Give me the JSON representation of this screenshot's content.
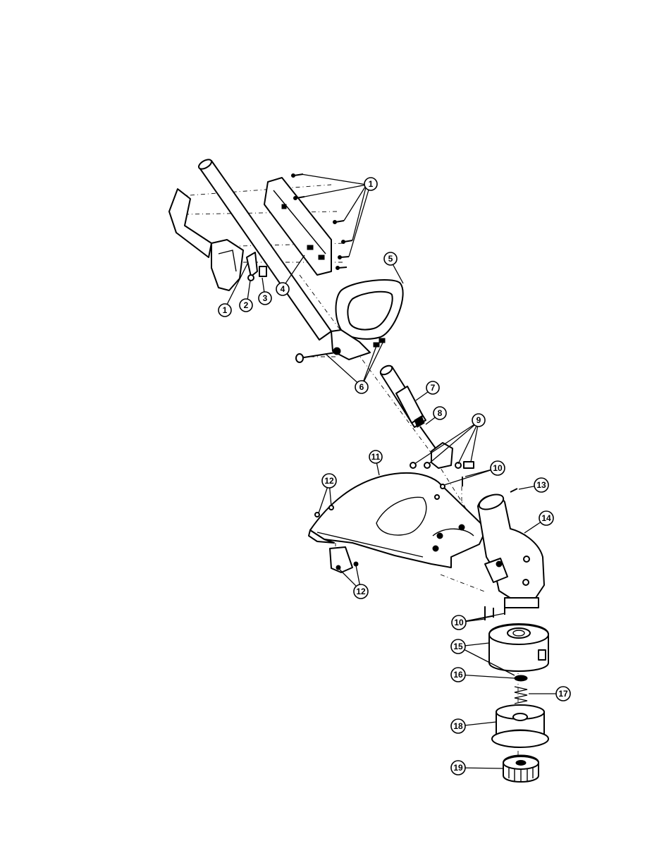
{
  "callouts": [
    {
      "id": "c1a",
      "label": "1"
    },
    {
      "id": "c1b",
      "label": "1"
    },
    {
      "id": "c2",
      "label": "2"
    },
    {
      "id": "c3",
      "label": "3"
    },
    {
      "id": "c4",
      "label": "4"
    },
    {
      "id": "c5",
      "label": "5"
    },
    {
      "id": "c6",
      "label": "6"
    },
    {
      "id": "c7",
      "label": "7"
    },
    {
      "id": "c8",
      "label": "8"
    },
    {
      "id": "c9",
      "label": "9"
    },
    {
      "id": "c10a",
      "label": "10"
    },
    {
      "id": "c10b",
      "label": "10"
    },
    {
      "id": "c11",
      "label": "11"
    },
    {
      "id": "c12a",
      "label": "12"
    },
    {
      "id": "c12b",
      "label": "12"
    },
    {
      "id": "c13",
      "label": "13"
    },
    {
      "id": "c14",
      "label": "14"
    },
    {
      "id": "c15",
      "label": "15"
    },
    {
      "id": "c16",
      "label": "16"
    },
    {
      "id": "c17",
      "label": "17"
    },
    {
      "id": "c18",
      "label": "18"
    },
    {
      "id": "c19",
      "label": "19"
    }
  ]
}
